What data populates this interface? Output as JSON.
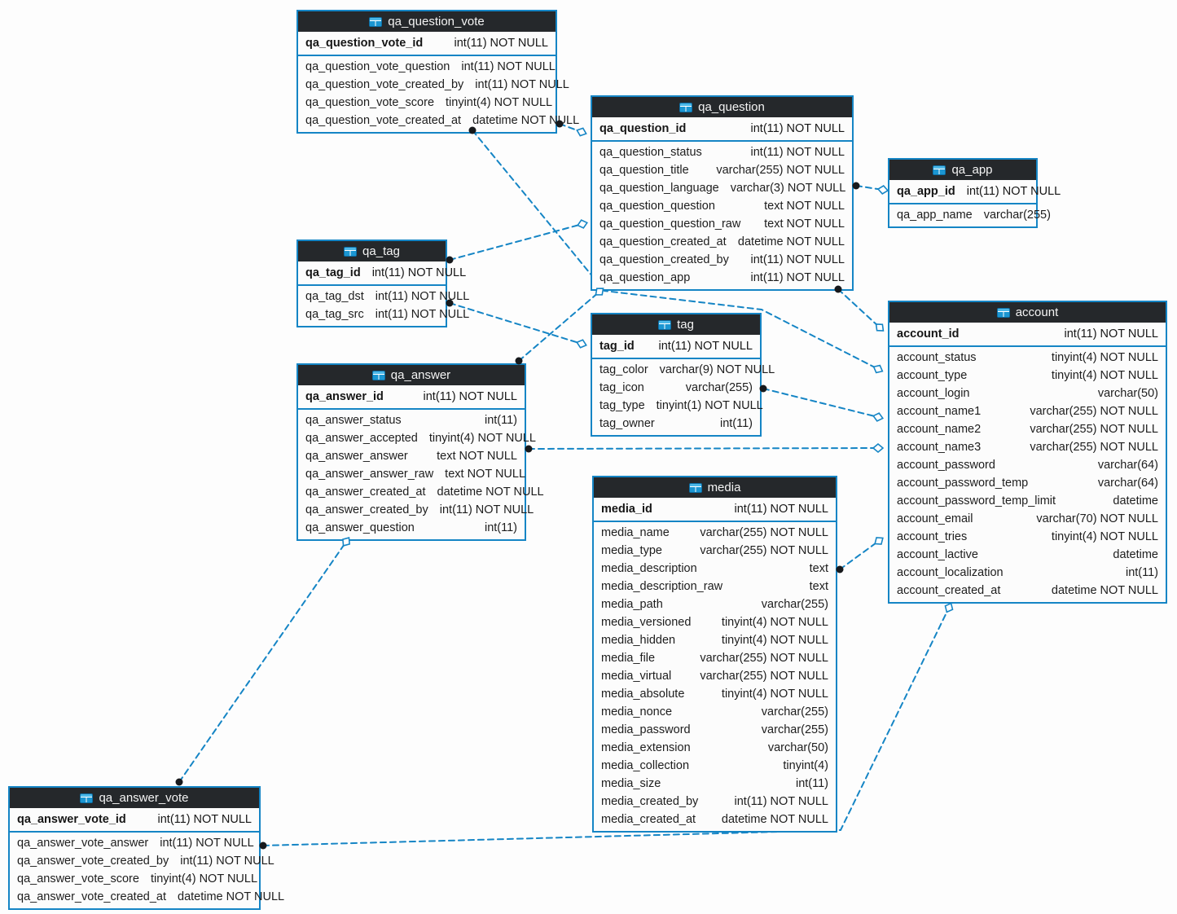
{
  "diagram": {
    "tables": [
      {
        "id": "qa_question_vote",
        "title": "qa_question_vote",
        "icon": "table-icon",
        "primary_key": {
          "name": "qa_question_vote_id",
          "type": "int(11) NOT NULL"
        },
        "fields": [
          {
            "name": "qa_question_vote_question",
            "type": "int(11) NOT NULL"
          },
          {
            "name": "qa_question_vote_created_by",
            "type": "int(11) NOT NULL"
          },
          {
            "name": "qa_question_vote_score",
            "type": "tinyint(4) NOT NULL"
          },
          {
            "name": "qa_question_vote_created_at",
            "type": "datetime NOT NULL"
          }
        ]
      },
      {
        "id": "qa_question",
        "title": "qa_question",
        "icon": "table-icon",
        "primary_key": {
          "name": "qa_question_id",
          "type": "int(11) NOT NULL"
        },
        "fields": [
          {
            "name": "qa_question_status",
            "type": "int(11) NOT NULL"
          },
          {
            "name": "qa_question_title",
            "type": "varchar(255) NOT NULL"
          },
          {
            "name": "qa_question_language",
            "type": "varchar(3) NOT NULL"
          },
          {
            "name": "qa_question_question",
            "type": "text NOT NULL"
          },
          {
            "name": "qa_question_question_raw",
            "type": "text NOT NULL"
          },
          {
            "name": "qa_question_created_at",
            "type": "datetime NOT NULL"
          },
          {
            "name": "qa_question_created_by",
            "type": "int(11) NOT NULL"
          },
          {
            "name": "qa_question_app",
            "type": "int(11) NOT NULL"
          }
        ]
      },
      {
        "id": "qa_app",
        "title": "qa_app",
        "icon": "table-icon",
        "primary_key": {
          "name": "qa_app_id",
          "type": "int(11) NOT NULL"
        },
        "fields": [
          {
            "name": "qa_app_name",
            "type": "varchar(255)"
          }
        ]
      },
      {
        "id": "qa_tag",
        "title": "qa_tag",
        "icon": "table-icon",
        "primary_key": {
          "name": "qa_tag_id",
          "type": "int(11) NOT NULL"
        },
        "fields": [
          {
            "name": "qa_tag_dst",
            "type": "int(11) NOT NULL"
          },
          {
            "name": "qa_tag_src",
            "type": "int(11) NOT NULL"
          }
        ]
      },
      {
        "id": "tag",
        "title": "tag",
        "icon": "table-icon",
        "primary_key": {
          "name": "tag_id",
          "type": "int(11) NOT NULL"
        },
        "fields": [
          {
            "name": "tag_color",
            "type": "varchar(9) NOT NULL"
          },
          {
            "name": "tag_icon",
            "type": "varchar(255)"
          },
          {
            "name": "tag_type",
            "type": "tinyint(1) NOT NULL"
          },
          {
            "name": "tag_owner",
            "type": "int(11)"
          }
        ]
      },
      {
        "id": "qa_answer",
        "title": "qa_answer",
        "icon": "table-icon",
        "primary_key": {
          "name": "qa_answer_id",
          "type": "int(11) NOT NULL"
        },
        "fields": [
          {
            "name": "qa_answer_status",
            "type": "int(11)"
          },
          {
            "name": "qa_answer_accepted",
            "type": "tinyint(4) NOT NULL"
          },
          {
            "name": "qa_answer_answer",
            "type": "text NOT NULL"
          },
          {
            "name": "qa_answer_answer_raw",
            "type": "text NOT NULL"
          },
          {
            "name": "qa_answer_created_at",
            "type": "datetime NOT NULL"
          },
          {
            "name": "qa_answer_created_by",
            "type": "int(11) NOT NULL"
          },
          {
            "name": "qa_answer_question",
            "type": "int(11)"
          }
        ]
      },
      {
        "id": "media",
        "title": "media",
        "icon": "table-icon",
        "primary_key": {
          "name": "media_id",
          "type": "int(11) NOT NULL"
        },
        "fields": [
          {
            "name": "media_name",
            "type": "varchar(255) NOT NULL"
          },
          {
            "name": "media_type",
            "type": "varchar(255) NOT NULL"
          },
          {
            "name": "media_description",
            "type": "text"
          },
          {
            "name": "media_description_raw",
            "type": "text"
          },
          {
            "name": "media_path",
            "type": "varchar(255)"
          },
          {
            "name": "media_versioned",
            "type": "tinyint(4) NOT NULL"
          },
          {
            "name": "media_hidden",
            "type": "tinyint(4) NOT NULL"
          },
          {
            "name": "media_file",
            "type": "varchar(255) NOT NULL"
          },
          {
            "name": "media_virtual",
            "type": "varchar(255) NOT NULL"
          },
          {
            "name": "media_absolute",
            "type": "tinyint(4) NOT NULL"
          },
          {
            "name": "media_nonce",
            "type": "varchar(255)"
          },
          {
            "name": "media_password",
            "type": "varchar(255)"
          },
          {
            "name": "media_extension",
            "type": "varchar(50)"
          },
          {
            "name": "media_collection",
            "type": "tinyint(4)"
          },
          {
            "name": "media_size",
            "type": "int(11)"
          },
          {
            "name": "media_created_by",
            "type": "int(11) NOT NULL"
          },
          {
            "name": "media_created_at",
            "type": "datetime NOT NULL"
          }
        ]
      },
      {
        "id": "account",
        "title": "account",
        "icon": "table-icon",
        "primary_key": {
          "name": "account_id",
          "type": "int(11) NOT NULL"
        },
        "fields": [
          {
            "name": "account_status",
            "type": "tinyint(4) NOT NULL"
          },
          {
            "name": "account_type",
            "type": "tinyint(4) NOT NULL"
          },
          {
            "name": "account_login",
            "type": "varchar(50)"
          },
          {
            "name": "account_name1",
            "type": "varchar(255) NOT NULL"
          },
          {
            "name": "account_name2",
            "type": "varchar(255) NOT NULL"
          },
          {
            "name": "account_name3",
            "type": "varchar(255) NOT NULL"
          },
          {
            "name": "account_password",
            "type": "varchar(64)"
          },
          {
            "name": "account_password_temp",
            "type": "varchar(64)"
          },
          {
            "name": "account_password_temp_limit",
            "type": "datetime"
          },
          {
            "name": "account_email",
            "type": "varchar(70) NOT NULL"
          },
          {
            "name": "account_tries",
            "type": "tinyint(4) NOT NULL"
          },
          {
            "name": "account_lactive",
            "type": "datetime"
          },
          {
            "name": "account_localization",
            "type": "int(11)"
          },
          {
            "name": "account_created_at",
            "type": "datetime NOT NULL"
          }
        ]
      },
      {
        "id": "qa_answer_vote",
        "title": "qa_answer_vote",
        "icon": "table-icon",
        "primary_key": {
          "name": "qa_answer_vote_id",
          "type": "int(11) NOT NULL"
        },
        "fields": [
          {
            "name": "qa_answer_vote_answer",
            "type": "int(11) NOT NULL"
          },
          {
            "name": "qa_answer_vote_created_by",
            "type": "int(11) NOT NULL"
          },
          {
            "name": "qa_answer_vote_score",
            "type": "tinyint(4) NOT NULL"
          },
          {
            "name": "qa_answer_vote_created_at",
            "type": "datetime NOT NULL"
          }
        ]
      }
    ],
    "relationships": [
      {
        "from": "qa_question_vote",
        "to": "qa_question"
      },
      {
        "from": "qa_question_vote",
        "to": "account"
      },
      {
        "from": "qa_tag",
        "to": "qa_question"
      },
      {
        "from": "qa_tag",
        "to": "tag"
      },
      {
        "from": "qa_answer",
        "to": "qa_question"
      },
      {
        "from": "qa_question",
        "to": "account"
      },
      {
        "from": "tag",
        "to": "account"
      },
      {
        "from": "qa_answer",
        "to": "account"
      },
      {
        "from": "qa_question",
        "to": "qa_app"
      },
      {
        "from": "media",
        "to": "account"
      },
      {
        "from": "qa_answer_vote",
        "to": "account"
      },
      {
        "from": "qa_answer_vote",
        "to": "qa_answer"
      }
    ],
    "colors": {
      "border_blue": "#1585c5",
      "header_bg": "#25282b",
      "header_text": "#f4f4f4",
      "row_text": "#1d1d1d",
      "line_blue": "#1585c5",
      "dot_fill": "#17191c",
      "diamond_fill": "#ffffff",
      "icon_blue_light": "#4cb8e8",
      "icon_blue_dark": "#1b96d2",
      "canvas_bg": "#fdfdfd"
    }
  }
}
